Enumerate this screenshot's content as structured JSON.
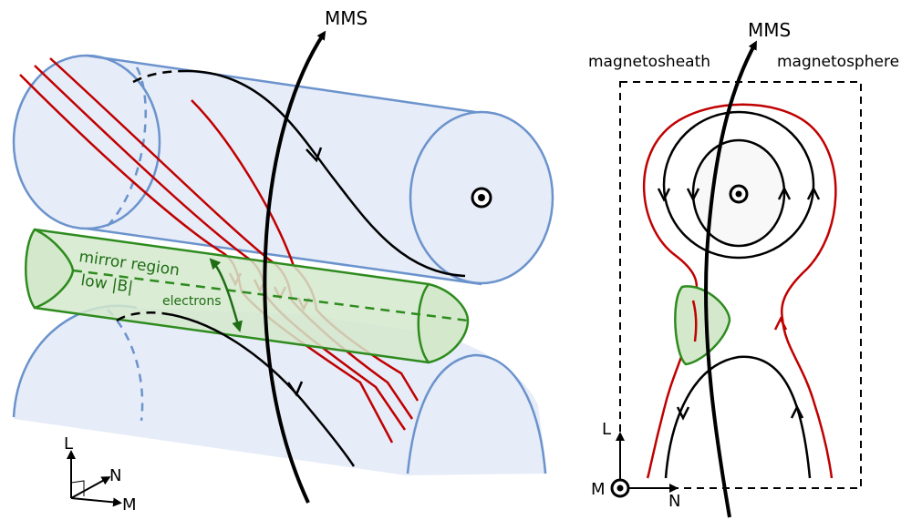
{
  "left_panel": {
    "spacecraft_label": "MMS",
    "mirror_region": {
      "label_line1": "mirror region",
      "label_line2": "low |B|",
      "electrons_label": "electrons"
    },
    "axes": {
      "l": "L",
      "n": "N",
      "m": "M"
    }
  },
  "right_panel": {
    "spacecraft_label": "MMS",
    "magnetosheath_label": "magnetosheath",
    "magnetosphere_label": "magnetosphere",
    "axes": {
      "l": "L",
      "m": "M",
      "n": "N"
    }
  },
  "colors": {
    "flux_rope_fill": "#e6ecf8",
    "flux_rope_stroke": "#6b93cc",
    "field_line_red": "#c00000",
    "mirror_fill": "#d4e9cc",
    "mirror_stroke": "#2e8b1e",
    "mirror_text": "#1f6d14",
    "trajectory": "#000000"
  }
}
